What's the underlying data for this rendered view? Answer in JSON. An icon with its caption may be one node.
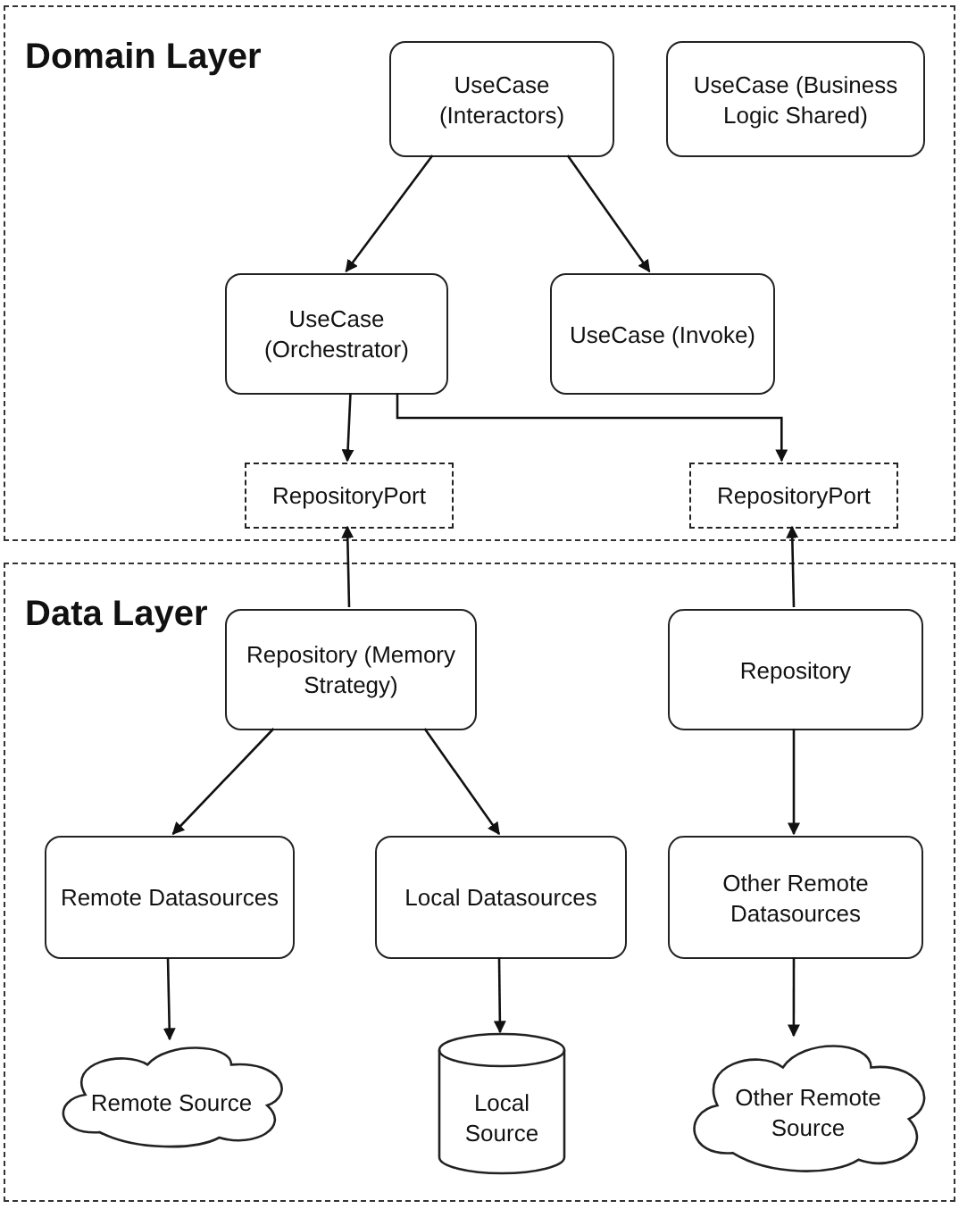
{
  "diagram": {
    "nodes": [
      {
        "text": [
          "Domain Layer"
        ]
      },
      {
        "text": [
          "UseCase (Interactors)"
        ],
        "in": 0
      },
      {
        "text": [
          "UseCase (Business Logic Shared)"
        ],
        "in": 0
      },
      {
        "text": [
          "UseCase (Orchestrator)"
        ],
        "in": 0
      },
      {
        "text": [
          "UseCase (Invoke)"
        ],
        "in": 0
      },
      {
        "text": [
          "RepositoryPort"
        ],
        "in": 0
      },
      {
        "text": [
          "RepositoryPort"
        ],
        "in": 0
      },
      {
        "text": [
          "Data Layer"
        ]
      },
      {
        "text": [
          "Repository (Memory Strategy)"
        ],
        "in": 7
      },
      {
        "text": [
          "Repository"
        ],
        "in": 7
      },
      {
        "text": [
          "Remote Datasources"
        ],
        "in": 7
      },
      {
        "text": [
          "Local Datasources"
        ],
        "in": 7
      },
      {
        "text": [
          "Other Remote Datasources"
        ],
        "in": 7
      },
      {
        "text": [
          "Remote Source"
        ],
        "in": 7
      },
      {
        "text": [
          "Local Source"
        ],
        "in": 7
      },
      {
        "text": [
          "Other Remote Source"
        ],
        "in": 7
      }
    ],
    "edges": [
      {
        "from": 1,
        "to": 3,
        "arrow": "to"
      },
      {
        "from": 1,
        "to": 4,
        "arrow": "to"
      },
      {
        "from": 3,
        "to": 5,
        "arrow": "to"
      },
      {
        "from": 3,
        "to": 6,
        "arrow": "to"
      },
      {
        "from": 8,
        "to": 5,
        "arrow": "to"
      },
      {
        "from": 9,
        "to": 6,
        "arrow": "to"
      },
      {
        "from": 8,
        "to": 10,
        "arrow": "to"
      },
      {
        "from": 8,
        "to": 11,
        "arrow": "to"
      },
      {
        "from": 9,
        "to": 12,
        "arrow": "to"
      },
      {
        "from": 10,
        "to": 13,
        "arrow": "to"
      },
      {
        "from": 11,
        "to": 14,
        "arrow": "to"
      },
      {
        "from": 12,
        "to": 15,
        "arrow": "to"
      }
    ]
  }
}
